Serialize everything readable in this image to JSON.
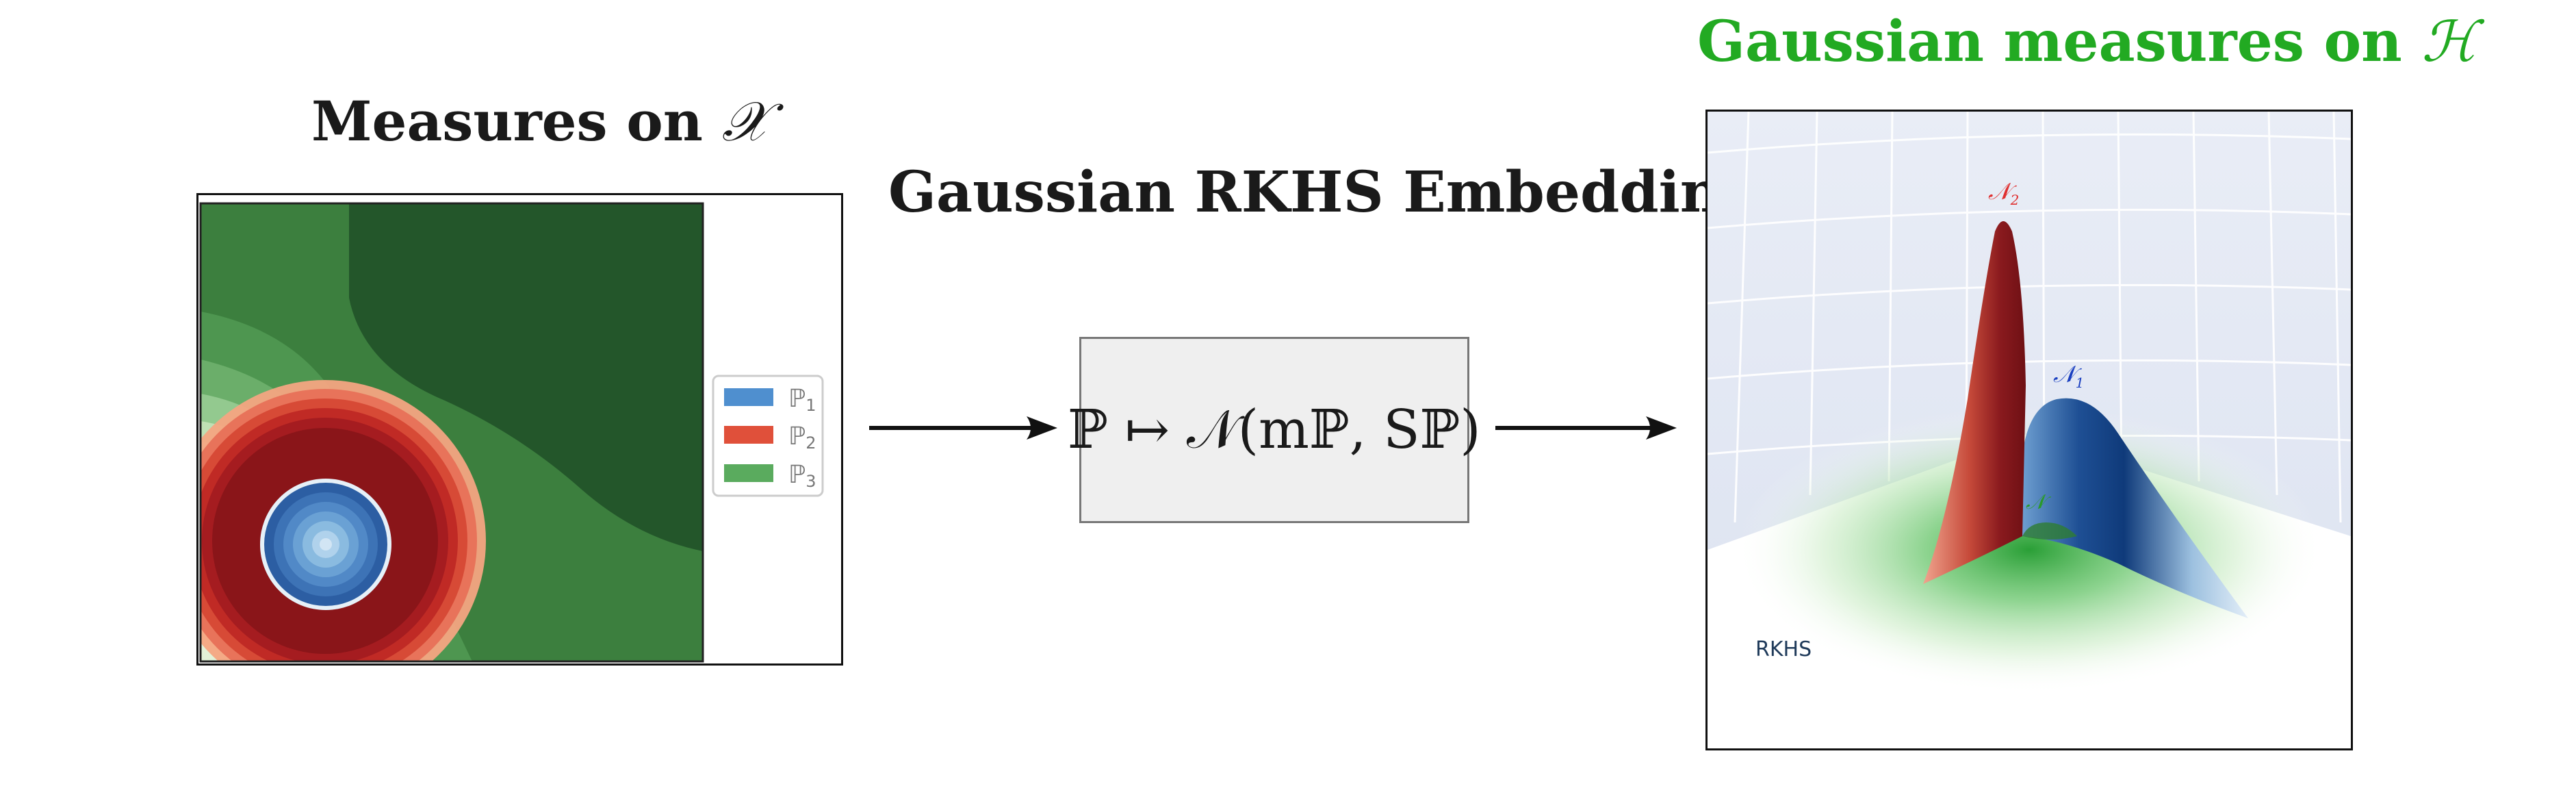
{
  "left": {
    "title": "Measures on ",
    "title_symbol": "𝒳",
    "legend": [
      {
        "label": "ℙ",
        "sub": "1",
        "color": "#4f8fcf"
      },
      {
        "label": "ℙ",
        "sub": "2",
        "color": "#e0503a"
      },
      {
        "label": "ℙ",
        "sub": "3",
        "color": "#5aab5e"
      }
    ]
  },
  "middle": {
    "title": "Gaussian RKHS Embedding",
    "formula": "ℙ ↦ 𝒩(mℙ, Sℙ)"
  },
  "right": {
    "title": "Gaussian measures on ",
    "title_symbol": "ℋ",
    "title_color": "#22aa22",
    "peak_labels": [
      {
        "label": "𝒩",
        "sub": "2",
        "color": "#e03030"
      },
      {
        "label": "𝒩",
        "sub": "1",
        "color": "#1a3fc0"
      },
      {
        "label": "𝒩",
        "sub": "",
        "color": "#2a9a2a"
      }
    ],
    "plane_label": "RKHS"
  }
}
